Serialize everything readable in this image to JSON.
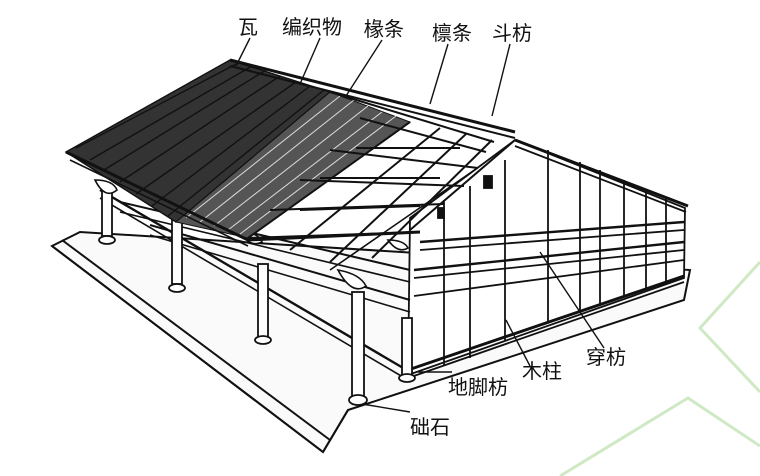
{
  "labels": {
    "tile": "瓦",
    "woven": "编织物",
    "rafter": "椽条",
    "purlin": "檩条",
    "dou_fang": "斗枋",
    "chuan_fang": "穿枋",
    "column": "木柱",
    "ground_beam": "地脚枋",
    "plinth": "础石"
  },
  "colors": {
    "line": "#111111",
    "watermark": "#cfe9c4",
    "paper": "#ffffff"
  }
}
